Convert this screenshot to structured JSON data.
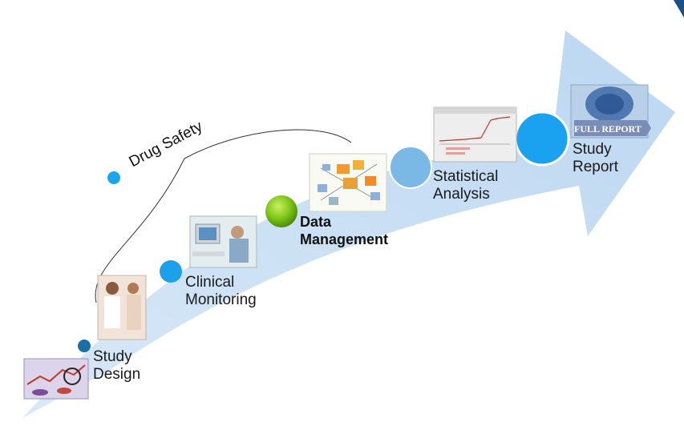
{
  "brace_label": "Drug Safety",
  "stages": [
    {
      "line1": "Study",
      "line2": "Design",
      "color": "#1a6fa8"
    },
    {
      "line1": "Clinical",
      "line2": "Monitoring",
      "color": "#1da0ec"
    },
    {
      "line1": "Data",
      "line2": "Management",
      "color": "#7cc417"
    },
    {
      "line1": "Statistical",
      "line2": "Analysis",
      "color": "#7ab8e6"
    },
    {
      "line1": "Study",
      "line2": "Report",
      "color": "#1aa2f0"
    }
  ],
  "colors": {
    "arrow": "#c5dcf2",
    "corner_accent": "#1b4f86",
    "brace_dot": "#1aa6ef"
  },
  "report_badge": "FULL REPORT"
}
